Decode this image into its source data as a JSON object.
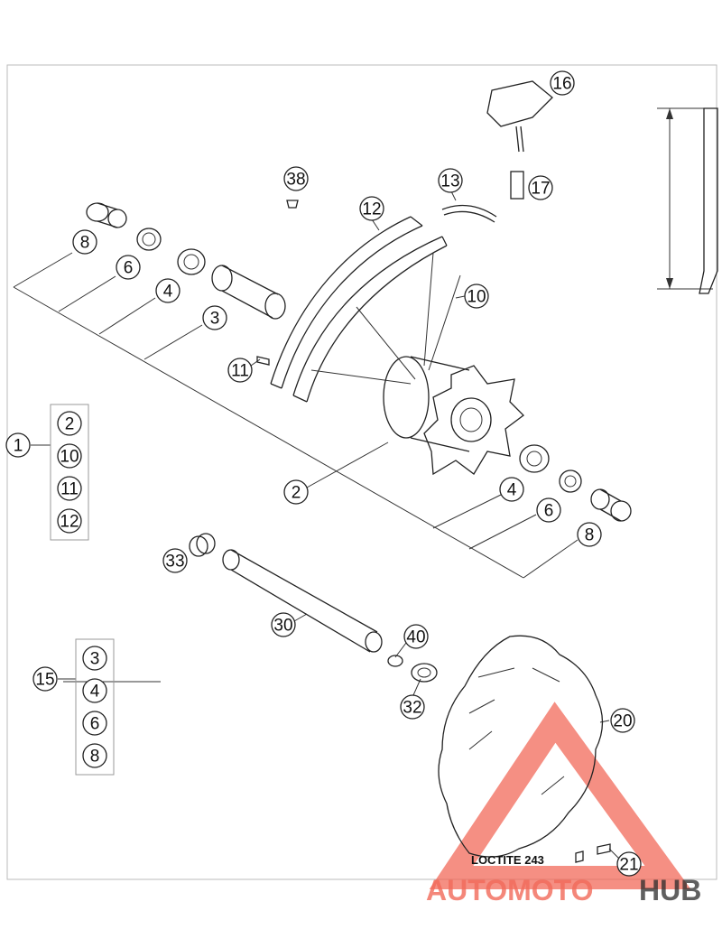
{
  "diagram": {
    "callouts": {
      "c1": "1",
      "c2": "2",
      "c3": "3",
      "c4a": "4",
      "c4b": "4",
      "c6a": "6",
      "c6b": "6",
      "c8a": "8",
      "c8b": "8",
      "c10": "10",
      "c11": "11",
      "c12": "12",
      "c13": "13",
      "c15": "15",
      "c16": "16",
      "c17": "17",
      "c20": "20",
      "c21": "21",
      "c30": "30",
      "c32": "32",
      "c33": "33",
      "c38": "38",
      "c40": "40"
    },
    "kit_1": [
      "2",
      "10",
      "11",
      "12"
    ],
    "kit_15": [
      "3",
      "4",
      "6",
      "8"
    ],
    "loctite_note": "LOCTITE 243"
  },
  "watermark": {
    "part1": "AUTOMOTO",
    "part2": "HUB",
    "color_accent": "#f26a5a",
    "color_dark": "#2b2b2b"
  }
}
